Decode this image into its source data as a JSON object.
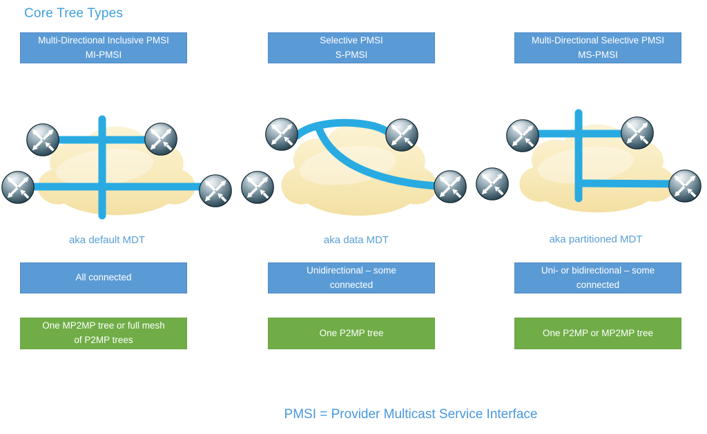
{
  "title": "Core Tree Types",
  "footer": "PMSI = Provider Multicast Service Interface",
  "colors": {
    "heading_blue": "#41A0DB",
    "label_blue": "#58A0D6",
    "box_blue": "#5B9BD5",
    "box_green": "#70AD47",
    "tree_link_blue": "#29ABE2",
    "cloud_fill": "#F8EABB",
    "router_dark": "#13303D"
  },
  "columns": [
    {
      "header": {
        "line1": "Multi-Directional Inclusive PMSI",
        "line2": "MI-PMSI"
      },
      "aka_label": "aka default MDT",
      "connectivity": {
        "line1": "All connected",
        "line2": ""
      },
      "tree_type": {
        "line1": "One MP2MP tree or full mesh",
        "line2": "of P2MP trees"
      },
      "diagram": {
        "cloud_icon": "provider-cloud-icon",
        "router_icon": "router-icon",
        "router_count": 4,
        "topology": "cross of links - all four routers connected"
      }
    },
    {
      "header": {
        "line1": "Selective PMSI",
        "line2": "S-PMSI"
      },
      "aka_label": "aka data MDT",
      "connectivity": {
        "line1": "Unidirectional – some",
        "line2": "connected"
      },
      "tree_type": {
        "line1": "One P2MP tree",
        "line2": ""
      },
      "diagram": {
        "cloud_icon": "provider-cloud-icon",
        "router_icon": "router-icon",
        "router_count": 4,
        "topology": "branching curve - three routers connected, bottom-left router not connected"
      }
    },
    {
      "header": {
        "line1": "Multi-Directional Selective PMSI",
        "line2": "MS-PMSI"
      },
      "aka_label": "aka partitioned MDT",
      "connectivity": {
        "line1": "Uni- or bidirectional – some",
        "line2": "connected"
      },
      "tree_type": {
        "line1": "One P2MP or MP2MP tree",
        "line2": ""
      },
      "diagram": {
        "cloud_icon": "provider-cloud-icon",
        "router_icon": "router-icon",
        "router_count": 4,
        "topology": "T-shaped links - three routers connected, bottom-left router not connected"
      }
    }
  ]
}
